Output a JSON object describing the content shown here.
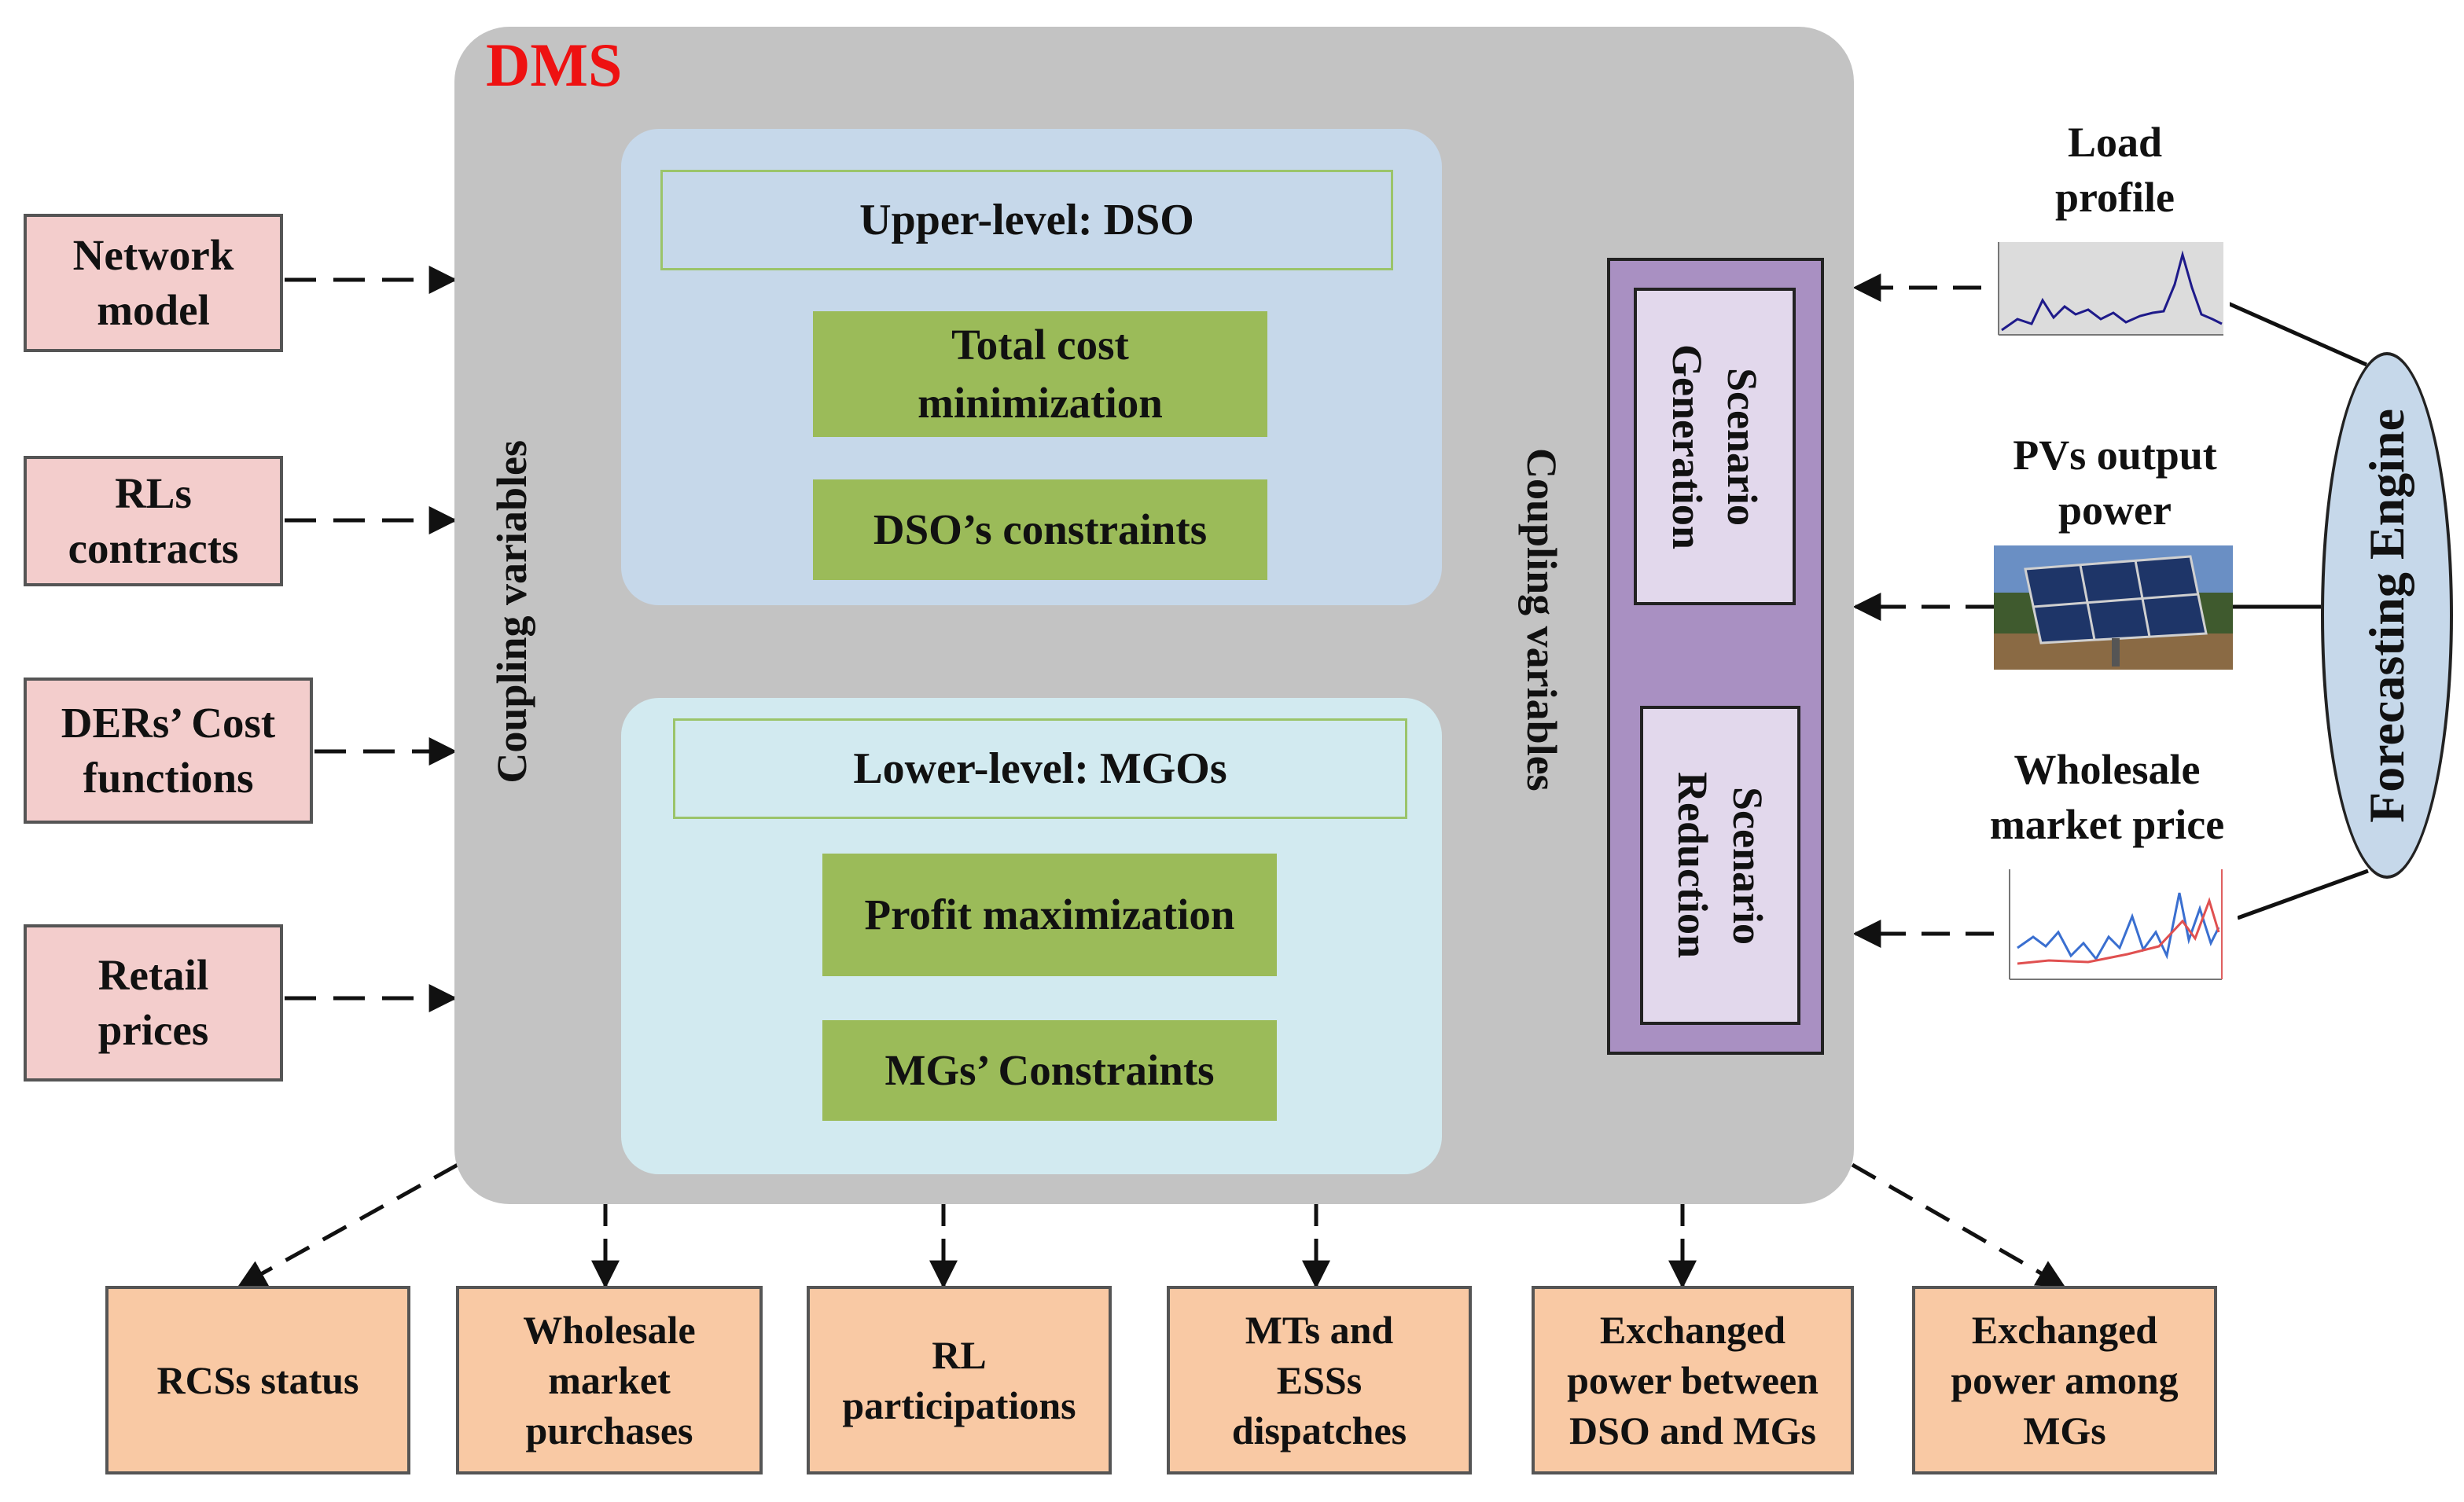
{
  "dms": {
    "title": "DMS"
  },
  "upper_level": {
    "title": "Upper-level: DSO",
    "objective": "Total cost\nminimization",
    "constraints": "DSO’s constraints"
  },
  "lower_level": {
    "title": "Lower-level: MGOs",
    "objective": "Profit maximization",
    "constraints": "MGs’ Constraints"
  },
  "coupling": {
    "left": "Coupling variables",
    "right": "Coupling variables"
  },
  "scenario": {
    "generation": "Scenario\nGeneration",
    "reduction": "Scenario\nReduction"
  },
  "inputs": [
    {
      "label": "Network\nmodel"
    },
    {
      "label": "RLs\ncontracts"
    },
    {
      "label": "DERs’ Cost\nfunctions"
    },
    {
      "label": "Retail\nprices"
    }
  ],
  "outputs": [
    {
      "label": "RCSs status"
    },
    {
      "label": "Wholesale\nmarket\npurchases"
    },
    {
      "label": "RL\nparticipations"
    },
    {
      "label": "MTs and\nESSs\ndispatches"
    },
    {
      "label": "Exchanged\npower between\nDSO and MGs"
    },
    {
      "label": "Exchanged\npower among\nMGs"
    }
  ],
  "sources": [
    {
      "label": "Load\nprofile"
    },
    {
      "label": "PVs output\npower"
    },
    {
      "label": "Wholesale\nmarket price"
    }
  ],
  "forecasting_engine": {
    "label": "Forecasting Engine"
  },
  "colors": {
    "dms_bg": "#c3c3c3",
    "dms_title": "#ee1111",
    "upper_bg": "#c6d8ea",
    "lower_bg": "#d2eaf0",
    "green": "#9bbb59",
    "input_bg": "#f3cdcc",
    "output_bg": "#f9c9a4",
    "scenario_outer": "#a990c2",
    "scenario_inner": "#e2d8ec"
  }
}
